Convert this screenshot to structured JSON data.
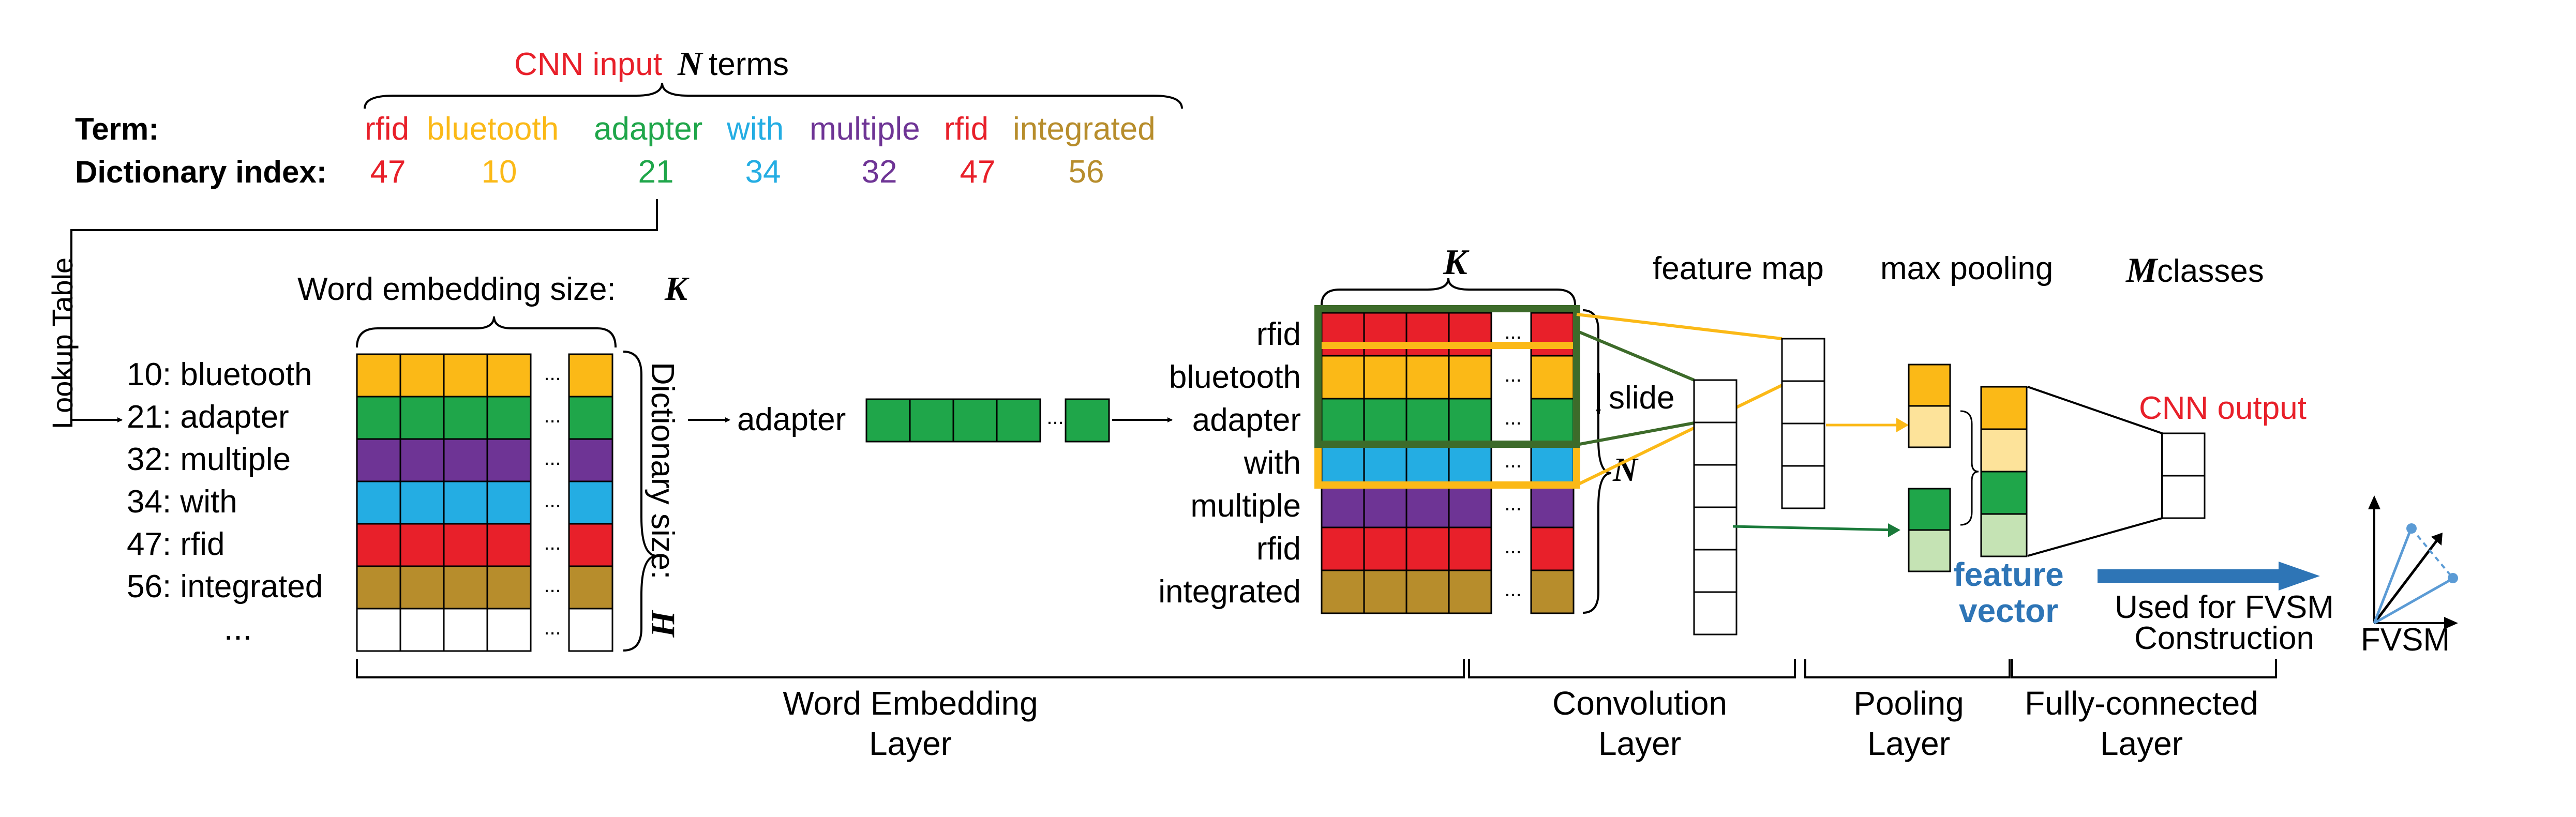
{
  "header": {
    "cnn_input_label": "CNN input",
    "n_symbol": "N",
    "terms_label": "terms",
    "term_label": "Term:",
    "dict_index_label": "Dictionary index:"
  },
  "terms": [
    {
      "word": "rfid",
      "index": "47",
      "color": "#e8202a"
    },
    {
      "word": "bluetooth",
      "index": "10",
      "color": "#fbb917"
    },
    {
      "word": "adapter",
      "index": "21",
      "color": "#1fa64a"
    },
    {
      "word": "with",
      "index": "34",
      "color": "#24ade3"
    },
    {
      "word": "multiple",
      "index": "32",
      "color": "#6e3495"
    },
    {
      "word": "rfid",
      "index": "47",
      "color": "#e8202a"
    },
    {
      "word": "integrated",
      "index": "56",
      "color": "#b78d2c"
    }
  ],
  "lookup_table_label": "Lookup Table",
  "dictionary": {
    "embedding_size_label": "Word embedding size:",
    "k_symbol": "K",
    "dictionary_size_label": "Dictionary size:",
    "h_symbol": "H",
    "entries": [
      {
        "label": "10: bluetooth",
        "color": "#fbb917"
      },
      {
        "label": "21: adapter",
        "color": "#1fa64a"
      },
      {
        "label": "32: multiple",
        "color": "#6e3495"
      },
      {
        "label": "34: with",
        "color": "#24ade3"
      },
      {
        "label": "47: rfid",
        "color": "#e8202a"
      },
      {
        "label": "56: integrated",
        "color": "#b78d2c"
      },
      {
        "label": "...",
        "color": "#ffffff"
      }
    ]
  },
  "lookup_example": {
    "word_in": "adapter",
    "color": "#1fa64a"
  },
  "input_matrix": {
    "k_symbol": "K",
    "n_symbol": "N",
    "slide_label": "slide",
    "rows": [
      {
        "word": "rfid",
        "color": "#e8202a"
      },
      {
        "word": "bluetooth",
        "color": "#fbb917"
      },
      {
        "word": "adapter",
        "color": "#1fa64a"
      },
      {
        "word": "with",
        "color": "#24ade3"
      },
      {
        "word": "multiple",
        "color": "#6e3495"
      },
      {
        "word": "rfid",
        "color": "#e8202a"
      },
      {
        "word": "integrated",
        "color": "#b78d2c"
      }
    ],
    "ellipsis": "..."
  },
  "filters": {
    "green_window_color": "#3d6b2a",
    "yellow_window_color": "#fbb917"
  },
  "feature_map_label": "feature map",
  "max_pooling_label": "max pooling",
  "classes": {
    "m_symbol": "M",
    "label": "classes"
  },
  "cnn_output_label": "CNN output",
  "feature_vector_label": [
    "feature",
    "vector"
  ],
  "feature_vector_color": "#2e75b6",
  "fvsm_usage_label": [
    "Used for FVSM",
    "Construction"
  ],
  "fvsm_label": "FVSM",
  "pooled_values": [
    {
      "color": "#fbb917"
    },
    {
      "color": "#fde39a"
    },
    {
      "color": "#1fa64a"
    },
    {
      "color": "#c5e3b4"
    }
  ],
  "layers": [
    {
      "line1": "Word Embedding",
      "line2": "Layer"
    },
    {
      "line1": "Convolution",
      "line2": "Layer"
    },
    {
      "line1": "Pooling",
      "line2": "Layer"
    },
    {
      "line1": "Fully-connected",
      "line2": "Layer"
    }
  ],
  "accent_colors": {
    "red": "#e8202a",
    "orange": "#fbb917",
    "green": "#1fa64a",
    "blue": "#24ade3",
    "purple": "#6e3495",
    "gold": "#b78d2c",
    "dark_green": "#3d6b2a",
    "steel_blue": "#2e75b6"
  }
}
